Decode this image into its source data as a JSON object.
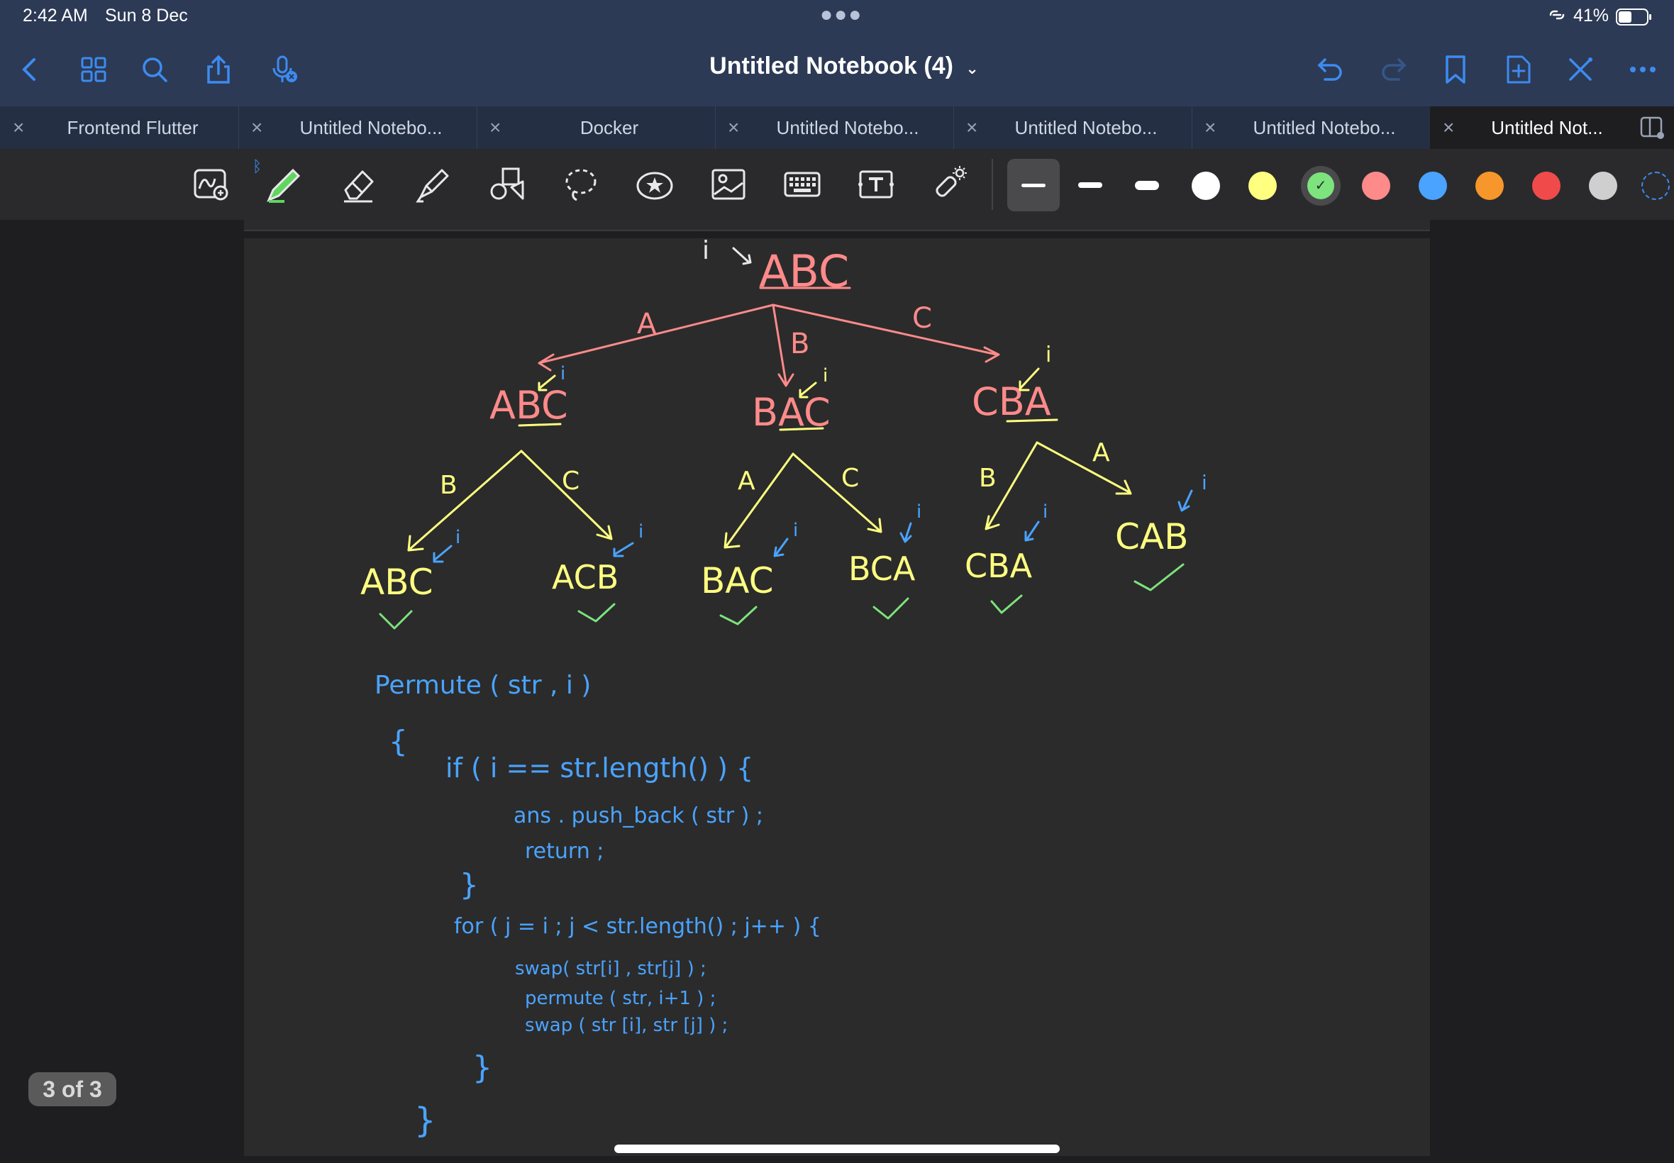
{
  "status": {
    "time": "2:42 AM",
    "date": "Sun 8 Dec",
    "battery": "41%"
  },
  "nav": {
    "title": "Untitled Notebook (4)",
    "accent": "#3d8bf0"
  },
  "tabs": [
    {
      "label": "Frontend Flutter"
    },
    {
      "label": "Untitled Notebo..."
    },
    {
      "label": "Docker"
    },
    {
      "label": "Untitled Notebo..."
    },
    {
      "label": "Untitled Notebo..."
    },
    {
      "label": "Untitled Notebo..."
    },
    {
      "label": "Untitled Not..."
    }
  ],
  "tools": [
    "zoom-ink-icon",
    "pen-icon",
    "eraser-icon",
    "highlighter-icon",
    "shapes-icon",
    "lasso-icon",
    "sticker-icon",
    "image-icon",
    "keyboard-icon",
    "text-box-icon",
    "laser-pointer-icon"
  ],
  "colors": [
    "#ffffff",
    "#ffff80",
    "#7de37d",
    "#ff8a8a",
    "#4aa3ff",
    "#f7962a",
    "#f04a4a",
    "#cfcfcf"
  ],
  "tree": {
    "root": {
      "label": "ABC",
      "pointer": "i"
    },
    "level1": [
      {
        "edge": "A",
        "label": "ABC",
        "pointer": "i"
      },
      {
        "edge": "B",
        "label": "BAC",
        "pointer": "i"
      },
      {
        "edge": "C",
        "label": "CBA",
        "pointer": "i"
      }
    ],
    "level2": [
      {
        "edge": "B",
        "label": "ABC",
        "pointer": "i"
      },
      {
        "edge": "C",
        "label": "ACB",
        "pointer": "i"
      },
      {
        "edge": "A",
        "label": "BAC",
        "pointer": "i"
      },
      {
        "edge": "C",
        "label": "BCA",
        "pointer": "i"
      },
      {
        "edge": "B",
        "label": "CBA",
        "pointer": "i"
      },
      {
        "edge": "A",
        "label": "CAB",
        "pointer": "i"
      }
    ]
  },
  "code": [
    "Permute ( str , i )",
    "{",
    "if ( i == str.length() ) {",
    "ans . push_back ( str ) ;",
    "return ;",
    "}",
    "for ( j = i ; j < str.length() ; j++ ) {",
    "swap( str[i] , str[j] ) ;",
    "permute ( str, i+1 ) ;",
    "swap ( str [i], str [j] ) ;",
    "}",
    "}"
  ],
  "page_indicator": "3 of 3"
}
